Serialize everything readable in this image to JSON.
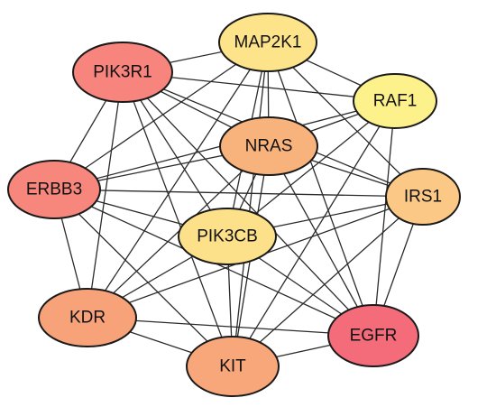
{
  "nodes": [
    {
      "id": "MAP2K1",
      "label": "MAP2K1",
      "color": "#fde38a"
    },
    {
      "id": "RAF1",
      "label": "RAF1",
      "color": "#fdf18c"
    },
    {
      "id": "PIK3R1",
      "label": "PIK3R1",
      "color": "#f7847d"
    },
    {
      "id": "NRAS",
      "label": "NRAS",
      "color": "#f8b27b"
    },
    {
      "id": "ERBB3",
      "label": "ERBB3",
      "color": "#f7877d"
    },
    {
      "id": "IRS1",
      "label": "IRS1",
      "color": "#fbc985"
    },
    {
      "id": "PIK3CB",
      "label": "PIK3CB",
      "color": "#fde08a"
    },
    {
      "id": "KDR",
      "label": "KDR",
      "color": "#f8a27a"
    },
    {
      "id": "EGFR",
      "label": "EGFR",
      "color": "#f46b7a"
    },
    {
      "id": "KIT",
      "label": "KIT",
      "color": "#f8a77a"
    }
  ],
  "edges": [
    [
      "MAP2K1",
      "RAF1"
    ],
    [
      "MAP2K1",
      "PIK3R1"
    ],
    [
      "MAP2K1",
      "NRAS"
    ],
    [
      "MAP2K1",
      "ERBB3"
    ],
    [
      "MAP2K1",
      "IRS1"
    ],
    [
      "MAP2K1",
      "PIK3CB"
    ],
    [
      "MAP2K1",
      "KDR"
    ],
    [
      "MAP2K1",
      "EGFR"
    ],
    [
      "MAP2K1",
      "KIT"
    ],
    [
      "RAF1",
      "PIK3R1"
    ],
    [
      "RAF1",
      "NRAS"
    ],
    [
      "RAF1",
      "ERBB3"
    ],
    [
      "RAF1",
      "PIK3CB"
    ],
    [
      "RAF1",
      "EGFR"
    ],
    [
      "RAF1",
      "KIT"
    ],
    [
      "PIK3R1",
      "NRAS"
    ],
    [
      "PIK3R1",
      "ERBB3"
    ],
    [
      "PIK3R1",
      "IRS1"
    ],
    [
      "PIK3R1",
      "PIK3CB"
    ],
    [
      "PIK3R1",
      "KDR"
    ],
    [
      "PIK3R1",
      "EGFR"
    ],
    [
      "PIK3R1",
      "KIT"
    ],
    [
      "NRAS",
      "ERBB3"
    ],
    [
      "NRAS",
      "IRS1"
    ],
    [
      "NRAS",
      "PIK3CB"
    ],
    [
      "NRAS",
      "KDR"
    ],
    [
      "NRAS",
      "EGFR"
    ],
    [
      "NRAS",
      "KIT"
    ],
    [
      "ERBB3",
      "IRS1"
    ],
    [
      "ERBB3",
      "PIK3CB"
    ],
    [
      "ERBB3",
      "KDR"
    ],
    [
      "ERBB3",
      "EGFR"
    ],
    [
      "ERBB3",
      "KIT"
    ],
    [
      "IRS1",
      "PIK3CB"
    ],
    [
      "IRS1",
      "KDR"
    ],
    [
      "IRS1",
      "EGFR"
    ],
    [
      "IRS1",
      "KIT"
    ],
    [
      "PIK3CB",
      "KDR"
    ],
    [
      "PIK3CB",
      "EGFR"
    ],
    [
      "PIK3CB",
      "KIT"
    ],
    [
      "KDR",
      "EGFR"
    ],
    [
      "KDR",
      "KIT"
    ],
    [
      "EGFR",
      "KIT"
    ]
  ]
}
